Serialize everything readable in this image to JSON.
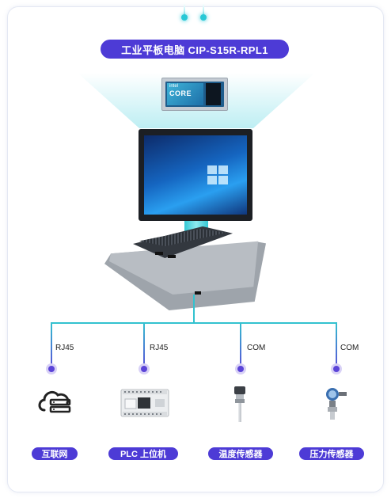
{
  "title": "工业平板电脑 CIP-S15R-RPL1",
  "cpu_badge": {
    "brand": "intel",
    "label": "CORE"
  },
  "branches": [
    {
      "port": "RJ45",
      "device": "互联网",
      "icon": "cloud-icon"
    },
    {
      "port": "RJ45",
      "device": "PLC 上位机",
      "icon": "plc-icon"
    },
    {
      "port": "COM",
      "device": "温度传感器",
      "icon": "temperature-sensor-icon"
    },
    {
      "port": "COM",
      "device": "压力传感器",
      "icon": "pressure-sensor-icon"
    }
  ],
  "colors": {
    "accent": "#4d3bd6",
    "line": "#33c2cf",
    "node": "#5b44d8"
  }
}
